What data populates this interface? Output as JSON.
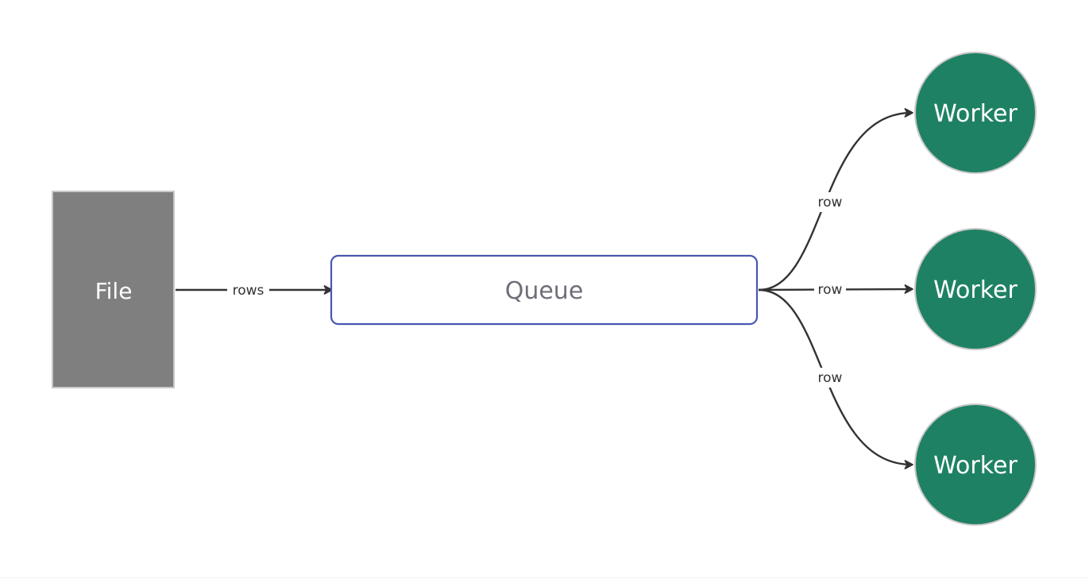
{
  "nodes": {
    "file": {
      "label": "File"
    },
    "queue": {
      "label": "Queue"
    },
    "workers": [
      {
        "label": "Worker"
      },
      {
        "label": "Worker"
      },
      {
        "label": "Worker"
      }
    ]
  },
  "edges": {
    "file_to_queue": {
      "label": "rows"
    },
    "queue_to_workers": [
      {
        "label": "row"
      },
      {
        "label": "row"
      },
      {
        "label": "row"
      }
    ]
  },
  "colors": {
    "file_fill": "#7f7f7f",
    "file_border": "#c8c8c8",
    "queue_border": "#4a56b0",
    "queue_fill": "#ffffff",
    "worker_fill": "#1f8164",
    "worker_border": "#c8c8c8",
    "edge": "#333333"
  }
}
